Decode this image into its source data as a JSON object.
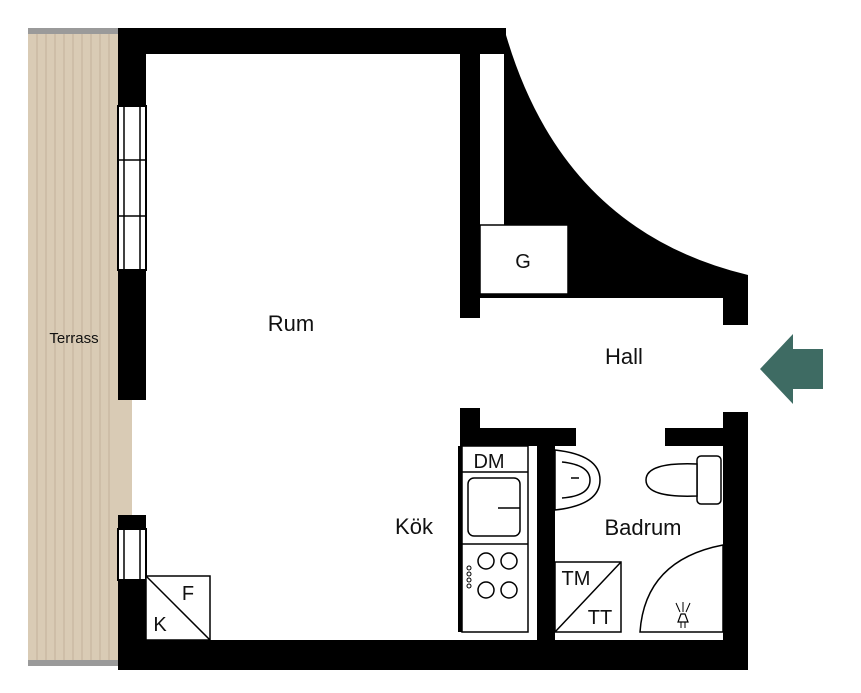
{
  "plan": {
    "rooms": {
      "rum": "Rum",
      "hall": "Hall",
      "kok": "Kök",
      "badrum": "Badrum",
      "terrass": "Terrass"
    },
    "fixtures": {
      "garderob": "G",
      "diskmaskin": "DM",
      "frys": "F",
      "kyl": "K",
      "tvattmaskin": "TM",
      "torktumlare": "TT"
    },
    "colors": {
      "wall": "#000000",
      "floor": "#ffffff",
      "terrace_deck": "#d9cbb5",
      "terrace_edge": "#9a9a9a",
      "entrance_arrow": "#3e6b63"
    },
    "icons": [
      "entrance-arrow-icon",
      "sink-icon",
      "stove-icon",
      "toilet-icon",
      "washbasin-icon",
      "shower-icon"
    ]
  }
}
